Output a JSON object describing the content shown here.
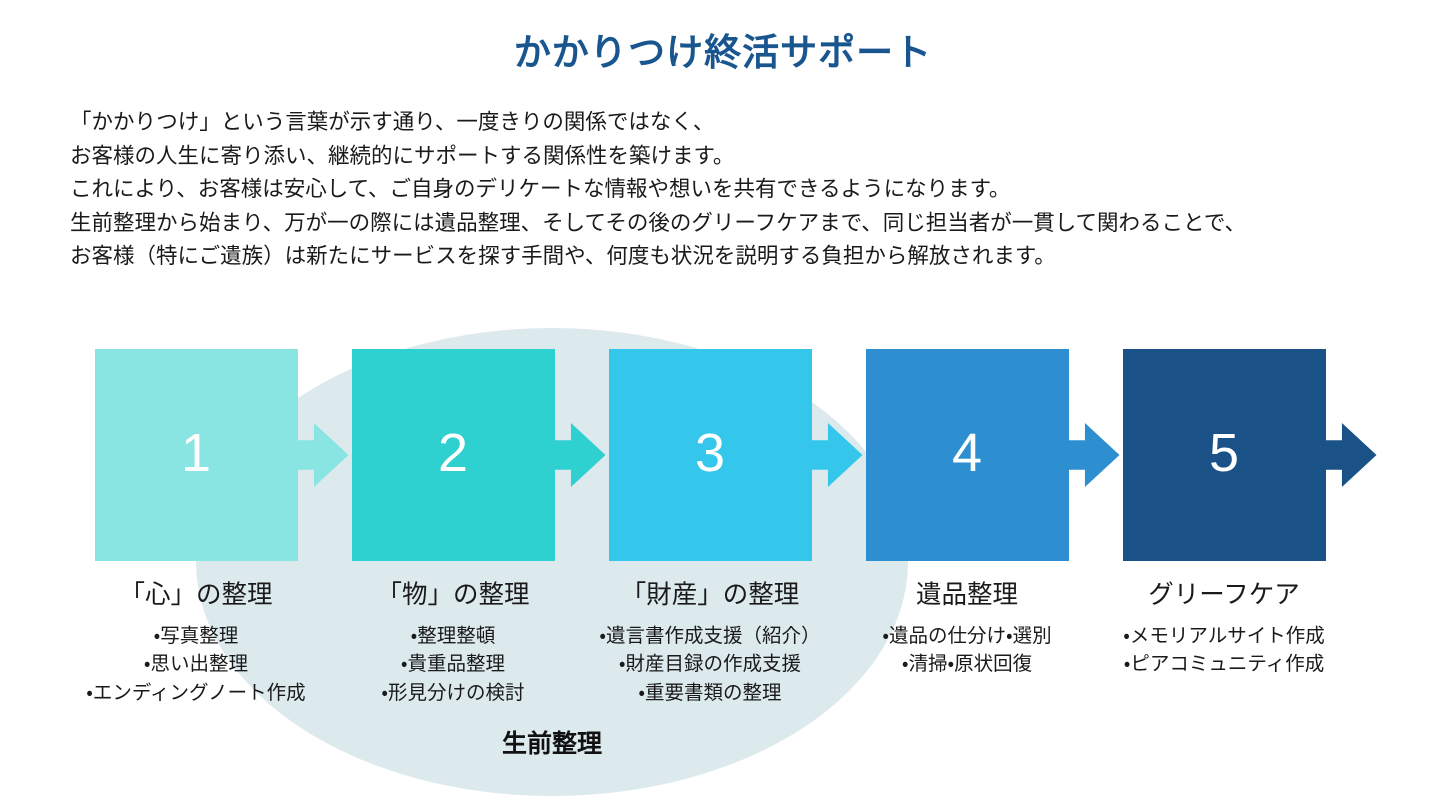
{
  "title": "かかりつけ終活サポート",
  "intro_lines": [
    "「かかりつけ」という言葉が示す通り、一度きりの関係ではなく、",
    "お客様の人生に寄り添い、継続的にサポートする関係性を築けます。",
    "これにより、お客様は安心して、ご自身のデリケートな情報や想いを共有できるようになります。",
    "生前整理から始まり、万が一の際には遺品整理、そしてその後のグリーフケアまで、同じ担当者が一貫して関わることで、",
    "お客様（特にご遺族）は新たにサービスを探す手間や、何度も状況を説明する負担から解放されます。"
  ],
  "ellipse_caption": "生前整理",
  "colors": {
    "title": "#19568F",
    "ellipse": "#DCEAEE",
    "step1": "#88E5E2",
    "step2": "#2FD0D0",
    "step3": "#35C6EC",
    "step4": "#2E8FD0",
    "step5": "#1A5288"
  },
  "steps": [
    {
      "number": "1",
      "label": "「心」の整理",
      "color": "#88E5E2",
      "bullets": [
        "・写真整理",
        "・思い出整理",
        "・エンディングノート作成"
      ]
    },
    {
      "number": "2",
      "label": "「物」の整理",
      "color": "#2FD0D0",
      "bullets": [
        "・整理整頓",
        "・貴重品整理",
        "・形見分けの検討"
      ]
    },
    {
      "number": "3",
      "label": "「財産」の整理",
      "color": "#35C6EC",
      "bullets": [
        "・遺言書作成支援（紹介）",
        "・財産目録の作成支援",
        "・重要書類の整理"
      ]
    },
    {
      "number": "4",
      "label": "遺品整理",
      "color": "#2E8FD0",
      "bullets": [
        "・遺品の仕分け・選別",
        "・清掃・原状回復"
      ]
    },
    {
      "number": "5",
      "label": "グリーフケア",
      "color": "#1A5288",
      "bullets": [
        "・メモリアルサイト作成",
        "・ピアコミュニティ作成"
      ]
    }
  ]
}
